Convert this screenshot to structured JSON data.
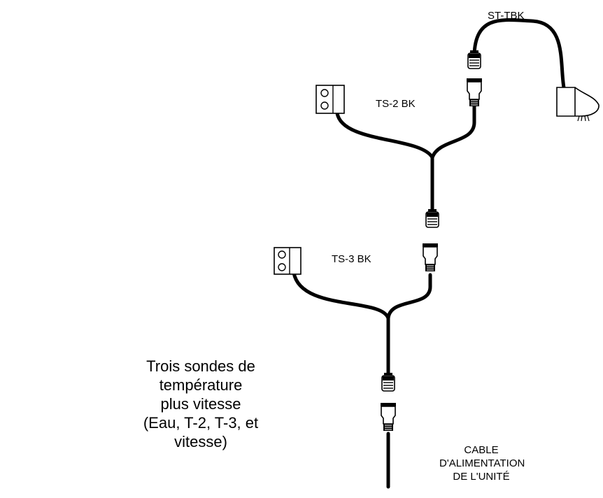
{
  "labels": {
    "st_tbk": "ST-TBK",
    "ts2": "TS-2 BK",
    "ts3": "TS-3 BK"
  },
  "description": {
    "line1": "Trois sondes de température",
    "line2": "plus vitesse",
    "line3": "(Eau, T-2, T-3, et vitesse)"
  },
  "cable": {
    "line1": "CABLE",
    "line2": "D'ALIMENTATION",
    "line3": "DE L'UNITÉ"
  }
}
